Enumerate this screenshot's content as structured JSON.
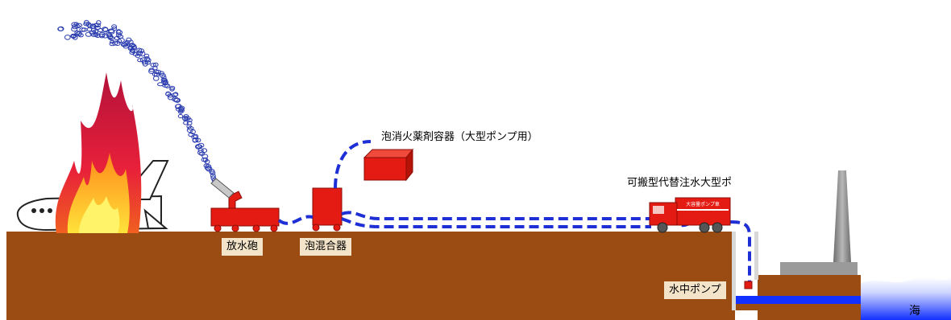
{
  "labels": {
    "water_cannon": "放水砲",
    "foam_mixer": "泡混合器",
    "foam_container": "泡消火薬剤容器（大型ポンプ用）",
    "pump_truck": "可搬型代替注水大型ポ",
    "submersible_pump": "水中ポンプ",
    "sea": "海",
    "truck_side_text": "大容量ポンプ車"
  },
  "colors": {
    "ground": "#9a4c12",
    "hose": "#1f2fd6",
    "equipment": "#e31b12",
    "label_bg": "#f3e3c8",
    "sea": "#1e3cff",
    "chimney": "#8c8c8c"
  }
}
